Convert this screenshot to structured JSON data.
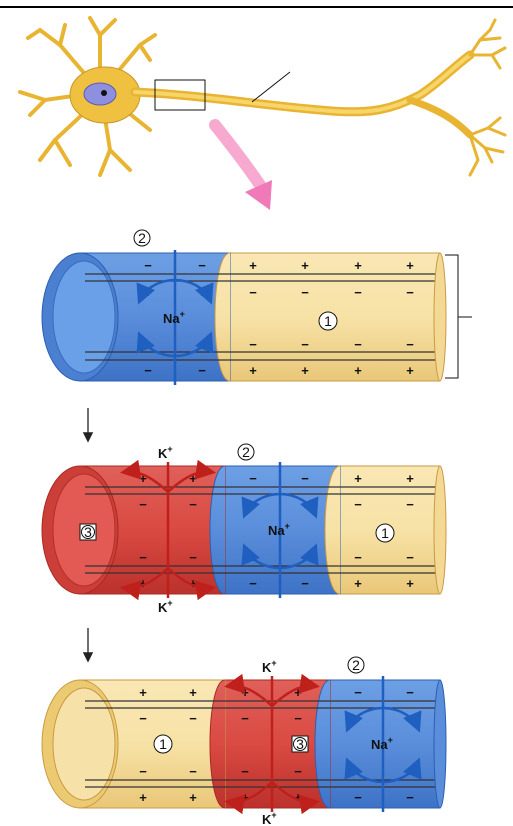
{
  "step_marks": {
    "one": "1",
    "two": "2",
    "three": "3"
  },
  "ions": {
    "na_base": "Na",
    "k_base": "K",
    "charge": "+"
  },
  "signs": {
    "plus": "+",
    "minus": "−"
  },
  "colors": {
    "axon_yellow": "#f4d995",
    "axon_yellow_dark": "#d8b15b",
    "blue": "#5b8fd8",
    "blue_dark": "#2a5fb3",
    "red": "#d9453e",
    "red_dark": "#a92823",
    "neuron": "#f0c040",
    "nucleus": "#8f8fe0",
    "pink_arrow": "#f07ab8"
  }
}
